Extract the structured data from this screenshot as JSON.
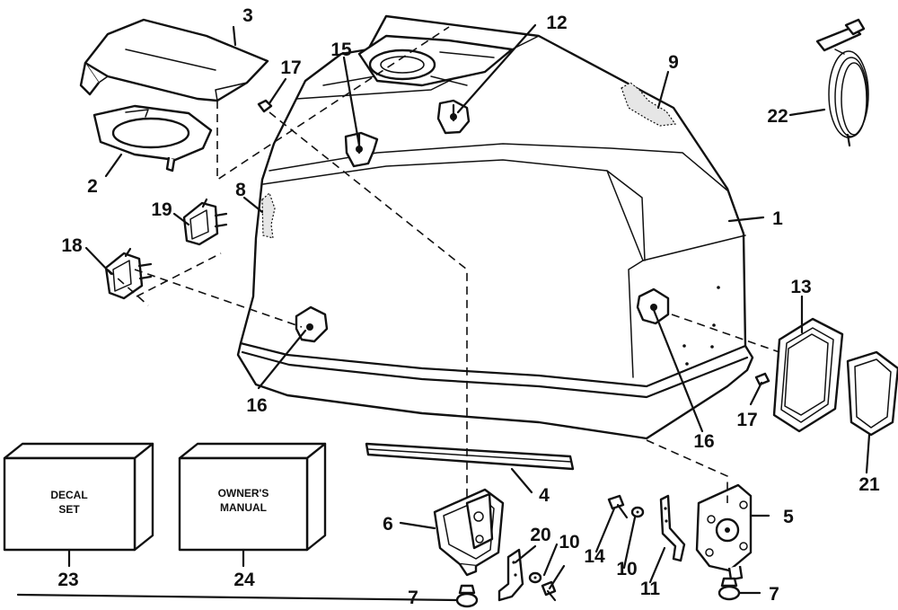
{
  "callouts": {
    "c1": "1",
    "c2": "2",
    "c3": "3",
    "c4": "4",
    "c5": "5",
    "c6": "6",
    "c7a": "7",
    "c7b": "7",
    "c8": "8",
    "c9": "9",
    "c10a": "10",
    "c10b": "10",
    "c11": "11",
    "c12": "12",
    "c13": "13",
    "c14": "14",
    "c15": "15",
    "c16a": "16",
    "c16b": "16",
    "c17a": "17",
    "c17b": "17",
    "c18": "18",
    "c19": "19",
    "c20": "20",
    "c21": "21",
    "c22": "22",
    "c23": "23",
    "c24": "24"
  },
  "boxes": {
    "decal_line1": "DECAL",
    "decal_line2": "SET",
    "manual_line1": "OWNER'S",
    "manual_line2": "MANUAL"
  }
}
